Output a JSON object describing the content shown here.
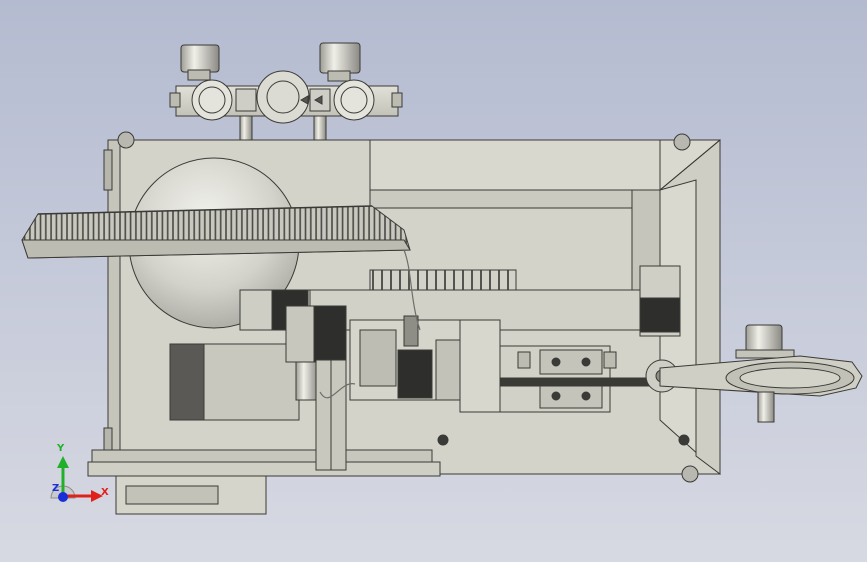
{
  "view": {
    "type": "cad-assembly-front-view",
    "background_top": "#b4bbd0",
    "background_bottom": "#d7d9e2"
  },
  "palette": {
    "metal_light": "#d6d5cc",
    "metal_mid": "#bdbcb2",
    "metal_dark": "#8e8d86",
    "edge": "#3a3a36",
    "motor_dark": "#2e2e2c",
    "shadow": "#6e6d67"
  },
  "triad": {
    "x_label": "X",
    "y_label": "Y",
    "z_label": "Z",
    "x_color": "#e0201a",
    "y_color": "#22b02a",
    "z_color": "#1a2fd8"
  }
}
